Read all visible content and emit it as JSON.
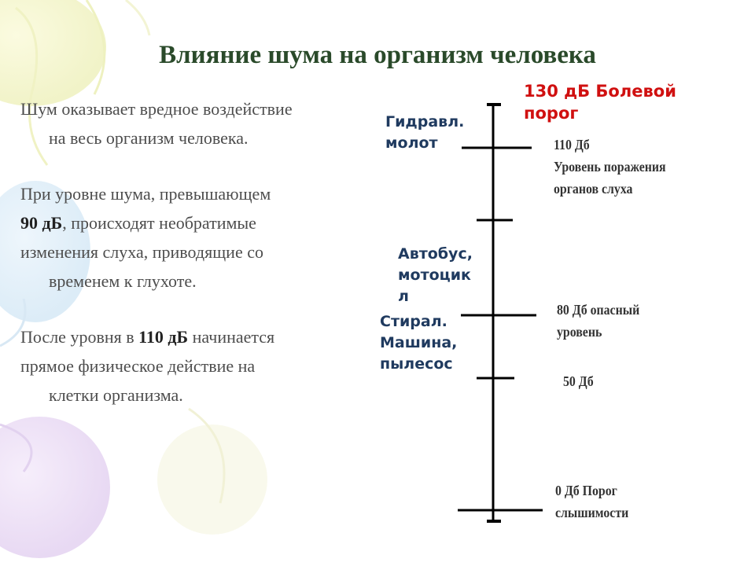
{
  "title": "Влияние шума на организм человека",
  "paragraphs": {
    "p1": {
      "line1": "Шум оказывает вредное воздействие",
      "line2": "на весь организм человека."
    },
    "p2": {
      "l1": "При уровне шума, превышающем",
      "l2_bold": "90 дБ",
      "l2_rest": ", происходят необратимые",
      "l3": "изменения слуха, приводящие со",
      "l4": "временем к глухоте."
    },
    "p3": {
      "l1_pre": "После уровня в ",
      "l1_bold": "110 дБ",
      "l1_post": " начинается",
      "l2": "прямое физическое действие на",
      "l3": "клетки организма."
    }
  },
  "scale": {
    "top_label": {
      "line1": "130 дБ Болевой",
      "line2": "порог"
    },
    "left_labels": {
      "hydraulic": {
        "line1": "Гидравл.",
        "line2": "молот"
      },
      "bus": {
        "line1": "Автобус,",
        "line2": "мотоцик",
        "line3": "л"
      },
      "washer": {
        "line1": "Стирал.",
        "line2": "Машина,",
        "line3": "пылесос"
      }
    },
    "right_labels": {
      "l110": {
        "line1": "110 Дб",
        "line2": "Уровень поражения",
        "line3": "органов слуха"
      },
      "l80": {
        "line1": "80 Дб опасный",
        "line2": "уровень"
      },
      "l50": {
        "line1": "50 Дб"
      },
      "l0": {
        "line1": "0 Дб Порог",
        "line2": "слышимости"
      }
    }
  },
  "colors": {
    "title": "#2a4a2a",
    "body_text": "#4d4d4d",
    "label_blue": "#1f3a5f",
    "alert_red": "#d01010"
  }
}
